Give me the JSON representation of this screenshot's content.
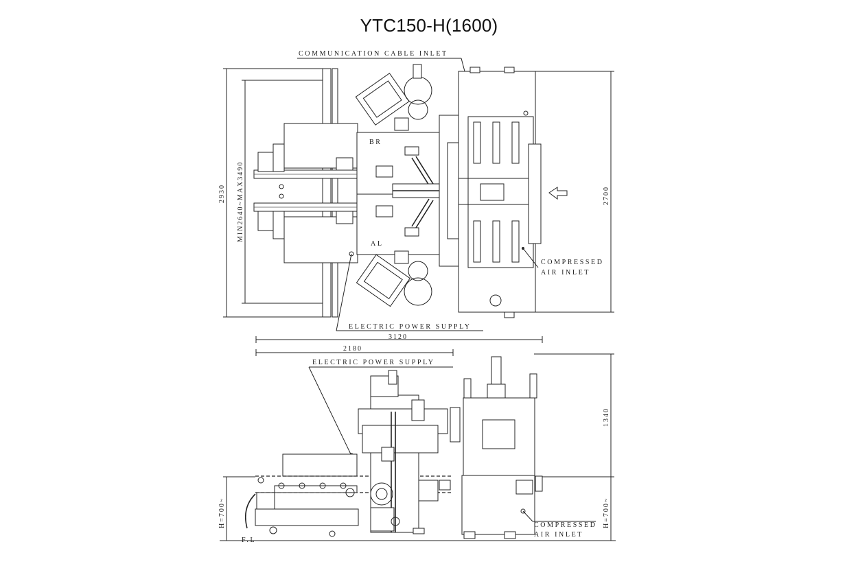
{
  "title": "YTC150-H(1600)",
  "top_view": {
    "labels": {
      "comm_cable_inlet": "COMMUNICATION CABLE INLET",
      "br": "BR",
      "al": "AL",
      "compressed_air_1": "COMPRESSED",
      "compressed_air_2": "AIR INLET",
      "electric_power": "ELECTRIC POWER SUPPLY"
    },
    "dimensions": {
      "overall_height": "2930",
      "adjustable": "MIN2640~MAX3490",
      "right_height": "2700",
      "overall_width": "3120"
    },
    "feed_arrow_icon": "arrow-left-icon"
  },
  "side_view": {
    "labels": {
      "electric_power": "ELECTRIC POWER SUPPLY",
      "compressed_air_1": "COMPRESSED",
      "compressed_air_2": "AIR INLET",
      "floor_level": "F.L"
    },
    "dimensions": {
      "width": "2180",
      "height": "1340",
      "left_h": "H=700~",
      "right_h": "H=700~"
    }
  }
}
